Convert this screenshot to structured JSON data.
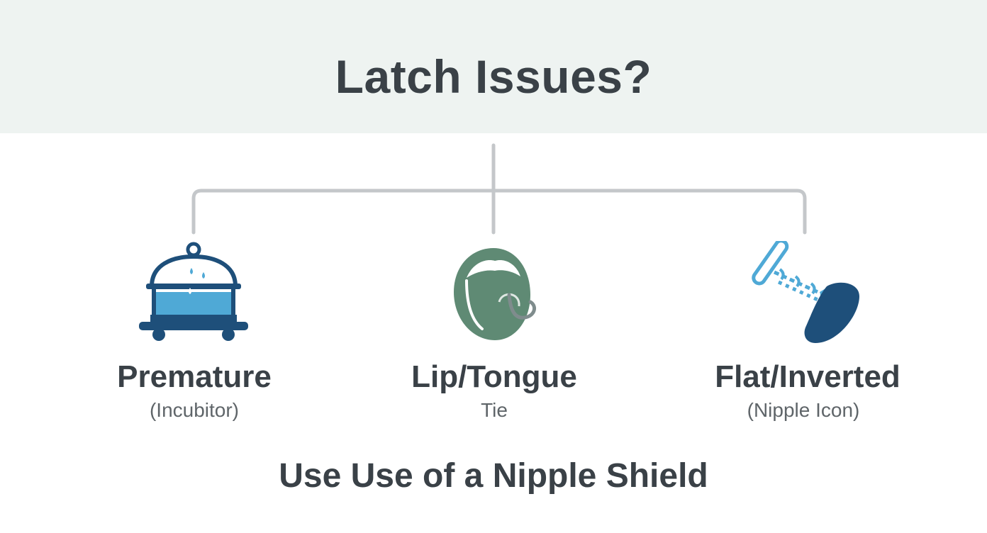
{
  "title": "Latch Issues?",
  "branches": [
    {
      "label": "Premature",
      "sublabel": "(Incubitor)",
      "icon": "incubator-icon"
    },
    {
      "label": "Lip/Tongue",
      "sublabel": "Tie",
      "icon": "mouth-tongue-icon"
    },
    {
      "label": "Flat/Inverted",
      "sublabel": "(Nipple Icon)",
      "icon": "nipple-pump-icon"
    }
  ],
  "footer": "Use Use of a Nipple Shield",
  "colors": {
    "header_bg": "#eef3f1",
    "text": "#3a4147",
    "connector": "#c4c7ca",
    "navy": "#1e4f7a",
    "light_blue": "#4fa9d6",
    "sage": "#5f8a74"
  }
}
